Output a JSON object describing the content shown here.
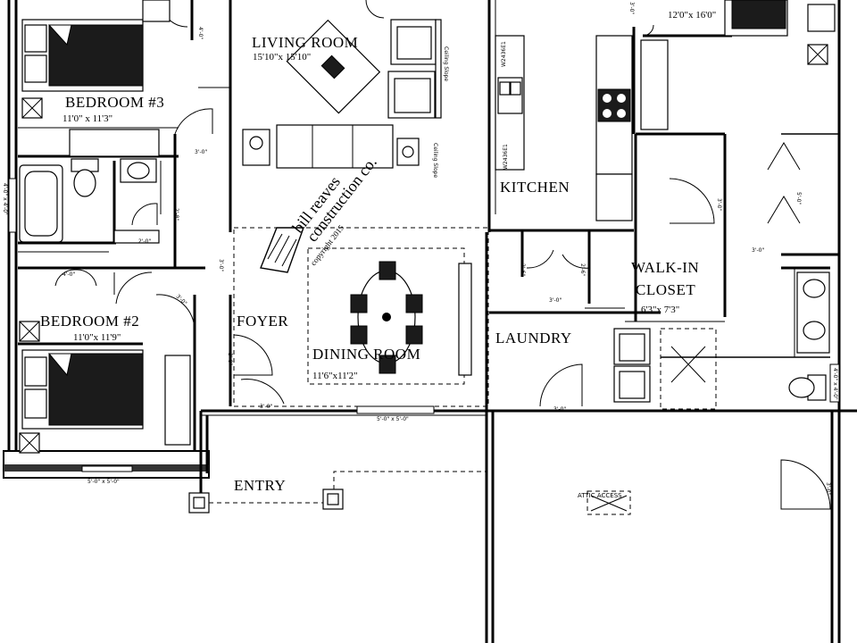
{
  "rooms": {
    "living": {
      "name": "LIVING ROOM",
      "dim": "15'10\"x 15'10\""
    },
    "bedroom3": {
      "name": "BEDROOM #3",
      "dim": "11'0\" x 11'3\""
    },
    "bedroom2": {
      "name": "BEDROOM #2",
      "dim": "11'0\"x 11'9\""
    },
    "kitchen": {
      "name": "KITCHEN"
    },
    "walkin": {
      "name1": "WALK-IN",
      "name2": "CLOSET",
      "dim": "6'3\"x 7'3\""
    },
    "laundry": {
      "name": "LAUNDRY"
    },
    "foyer": {
      "name": "FOYER"
    },
    "dining": {
      "name": "DINING ROOM",
      "dim": "11'6\"x11'2\""
    },
    "entry": {
      "name": "ENTRY"
    },
    "master": {
      "dim": "12'0\"x 16'0\""
    }
  },
  "watermark": {
    "line1": "bill reaves",
    "line2": "construction co.",
    "line3": "copyright 2015"
  },
  "labels": {
    "attic": "ATTIC ACCESS",
    "ceiling_slope": "Ceiling Slope",
    "window_1": "W2436E1",
    "window_2": "W2436E1",
    "window_front": "5'-0\" x 5'-0\"",
    "window_bed2": "5'-0\" x 5'-0\""
  },
  "door_dims": {
    "d_bed3_closet": "4'-0\"",
    "d_hall": "3'-0\"",
    "d_bath": "2'-8\"",
    "d_linen": "2'-0\"",
    "d_bed2_closet": "4'-0\"",
    "d_bed2": "3'-0\"",
    "d_foyer_side": "3'-0\"",
    "d_foyer_closet": "3'-0\"",
    "d_entry": "3'-0\"",
    "d_laundry_a": "2'-6\"",
    "d_laundry_b": "2'-6\"",
    "d_laundry_c": "3'-0\"",
    "d_laundry_out": "3'-0\"",
    "d_master_top": "3'-0\"",
    "d_walkin": "3'-0\"",
    "d_mbath": "5'-0\"",
    "d_mbath2": "3'-0\"",
    "d_garage": "3'-0\"",
    "d_left_wall": "4'-0\" x 4'-0\"",
    "d_right_wall": "4'-0\" x 4'-0\""
  }
}
